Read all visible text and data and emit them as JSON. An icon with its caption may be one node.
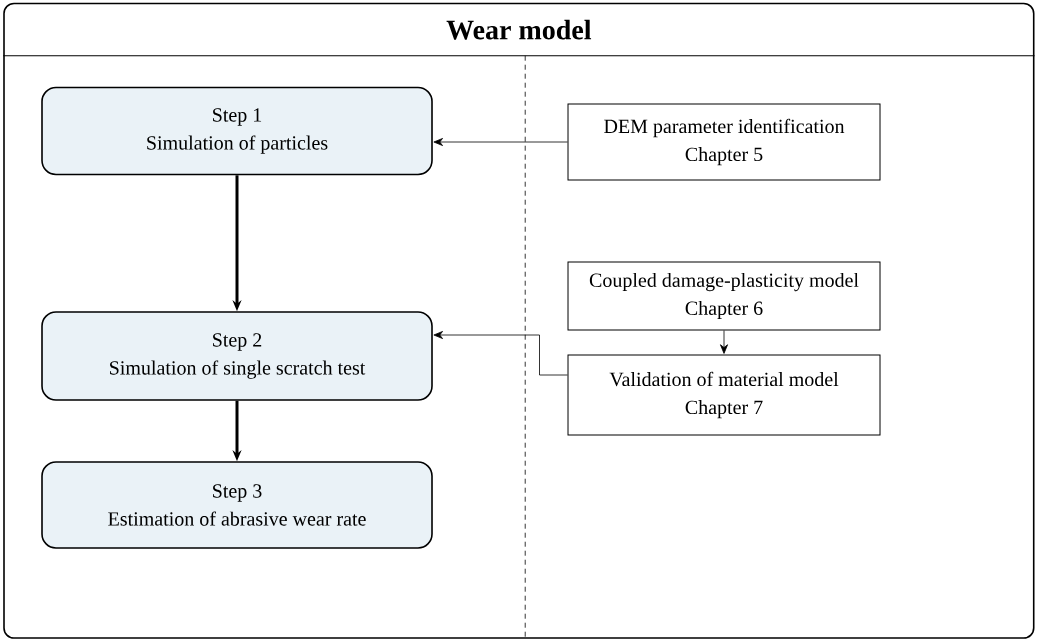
{
  "diagram": {
    "nodes": [
      {
        "text": [
          "Wear model"
        ]
      },
      {
        "text": [
          "Step 1",
          "Simulation of particles"
        ],
        "in": 0
      },
      {
        "text": [
          "Step 2",
          "Simulation of single scratch test"
        ],
        "in": 0
      },
      {
        "text": [
          "Step 3",
          "Estimation of abrasive wear rate"
        ],
        "in": 0
      },
      {
        "text": [
          "DEM parameter identification",
          "Chapter 5"
        ],
        "in": 0
      },
      {
        "text": [
          "Coupled damage-plasticity model",
          "Chapter 6"
        ],
        "in": 0
      },
      {
        "text": [
          "Validation of material model",
          "Chapter 7"
        ],
        "in": 0
      }
    ],
    "edges": [
      {
        "from": 4,
        "to": 1,
        "arrow": "to"
      },
      {
        "from": 1,
        "to": 2,
        "arrow": "to",
        "style": "thick"
      },
      {
        "from": 2,
        "to": 3,
        "arrow": "to",
        "style": "thick"
      },
      {
        "from": 5,
        "to": 6,
        "arrow": "to"
      },
      {
        "from": 6,
        "to": 2,
        "arrow": "to"
      }
    ]
  }
}
